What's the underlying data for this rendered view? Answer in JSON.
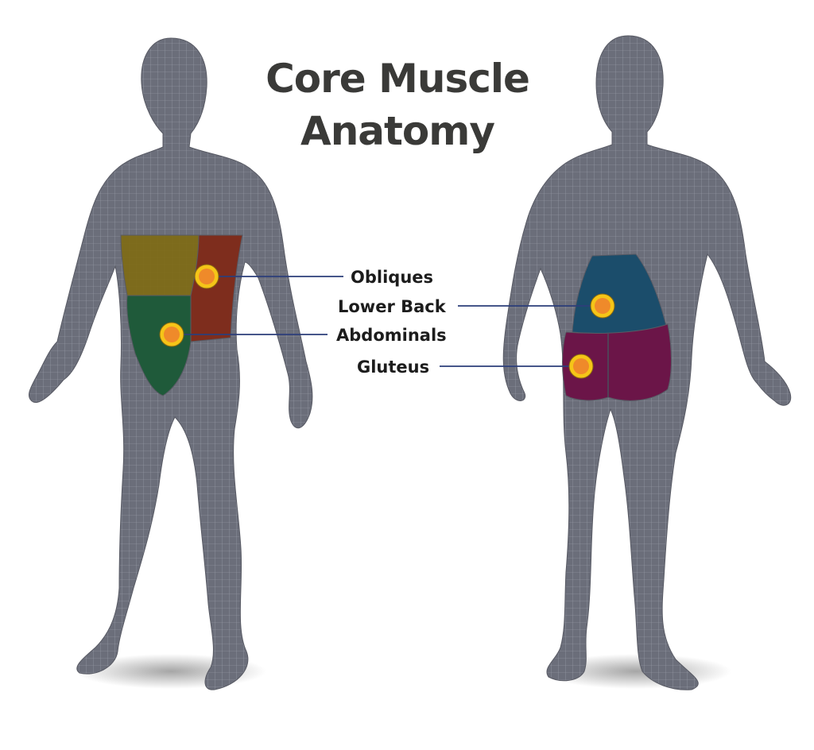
{
  "title": {
    "line1": "Core Muscle",
    "line2": "Anatomy"
  },
  "labels": {
    "obliques": "Obliques",
    "lower_back": "Lower Back",
    "abdominals": "Abdominals",
    "gluteus": "Gluteus"
  },
  "colors": {
    "body": "#6b6e7a",
    "mesh": "#9ea2ad",
    "chest": "#7f6a14",
    "obliques": "#7e2d1d",
    "abdominals": "#1f5a3a",
    "lower_back": "#1b4d6b",
    "gluteus": "#6b1548",
    "marker_outer": "#f5c518",
    "marker_inner": "#ef8a2a",
    "leader_line": "#2c3e7a"
  }
}
